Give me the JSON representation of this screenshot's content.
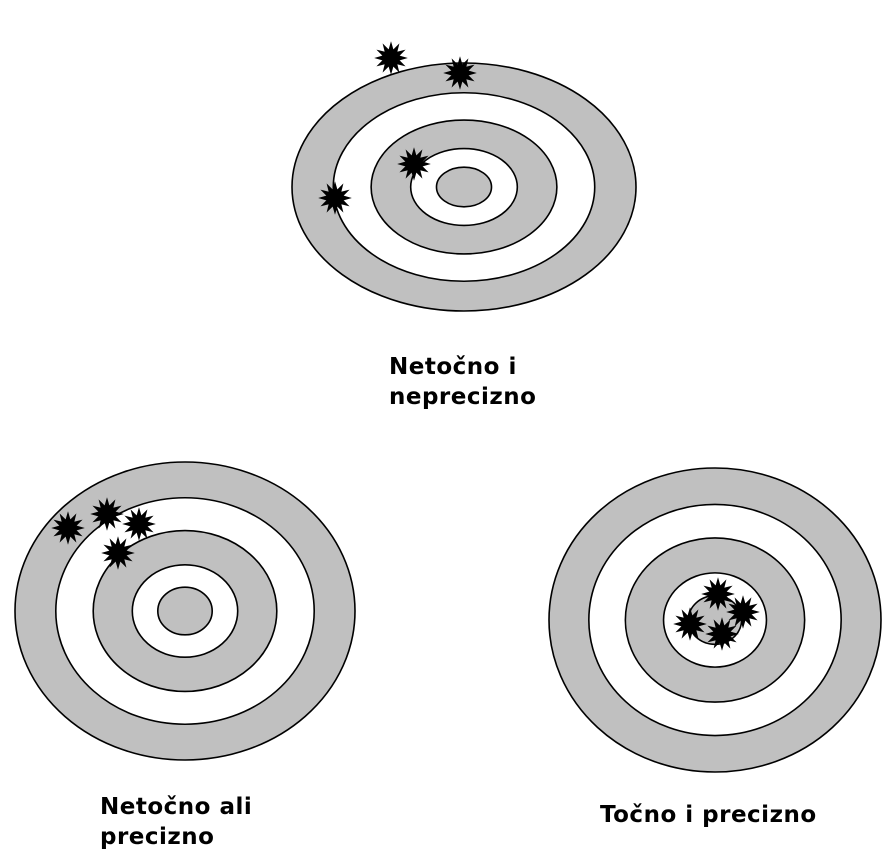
{
  "colors": {
    "ring_fill": "#c0c0c0",
    "gap_fill": "#ffffff",
    "outline": "#000000",
    "hole": "#000000",
    "text": "#000000"
  },
  "targets": [
    {
      "id": "inaccurate-imprecise",
      "caption_lines": [
        "Netočno i",
        "neprecizno"
      ],
      "hits": 4
    },
    {
      "id": "inaccurate-precise",
      "caption_lines": [
        "Netočno ali",
        "precizno"
      ],
      "hits": 4
    },
    {
      "id": "accurate-precise",
      "caption_lines": [
        "Točno i precizno"
      ],
      "hits": 4
    }
  ]
}
